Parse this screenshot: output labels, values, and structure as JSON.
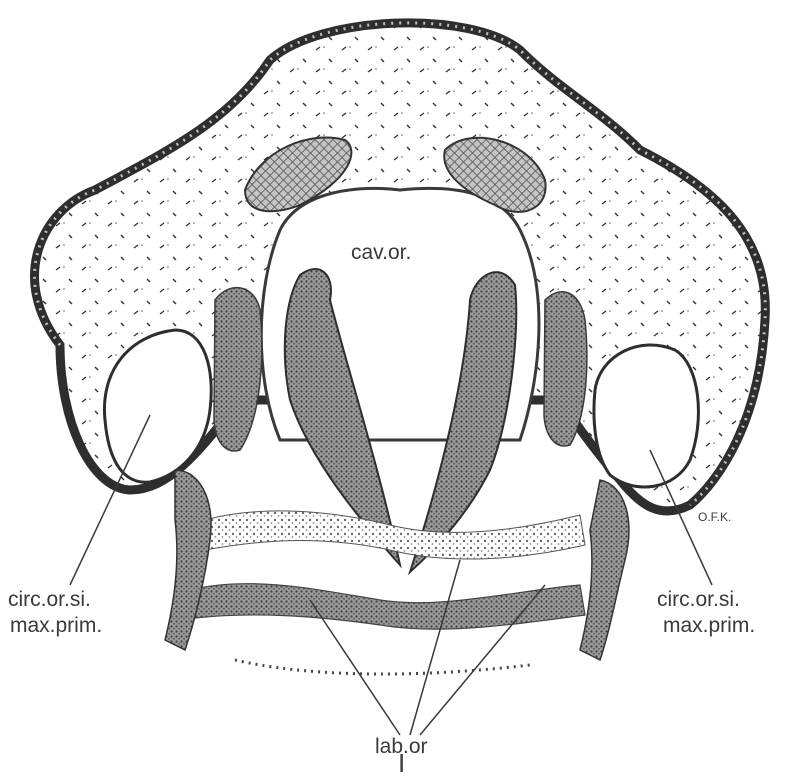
{
  "figure": {
    "labels": {
      "cav_or": "cav.or.",
      "circ_left_1": "circ.or.si.",
      "circ_left_2": "max.prim.",
      "circ_right_1": "circ.or.si.",
      "circ_right_2": "max.prim.",
      "lab_or": "lab.or",
      "artist_mark": "O.F.K.",
      "figure_number": "I"
    },
    "colors": {
      "ink": "#2e2e2e",
      "tissue_dark": "#5a5a5a",
      "tissue_mid": "#8a8a8a",
      "tissue_light": "#b8b8b8",
      "paper": "#ffffff"
    }
  }
}
